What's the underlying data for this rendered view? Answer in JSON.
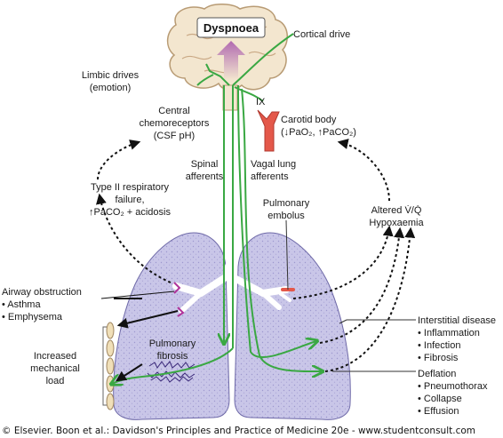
{
  "labels": {
    "dyspnoea": "Dyspnoea",
    "cortical_drive": "Cortical drive",
    "limbic_drives": "Limbic drives",
    "limbic_emotion": "(emotion)",
    "ix": "IX",
    "central_1": "Central",
    "central_2": "chemoreceptors",
    "central_3": "(CSF pH)",
    "carotid_1": "Carotid body",
    "carotid_2": "(↓PaO₂, ↑PaCO₂)",
    "spinal_1": "Spinal",
    "spinal_2": "afferents",
    "vagal_1": "Vagal lung",
    "vagal_2": "afferents",
    "type2_1": "Type II respiratory",
    "type2_2": "failure,",
    "type2_3": "↑PaCO₂ + acidosis",
    "altered_vq": "Altered V̇/Q̇",
    "hypoxaemia": "Hypoxaemia",
    "pulm_embolus_1": "Pulmonary",
    "pulm_embolus_2": "embolus",
    "airway_title": "Airway obstruction",
    "airway_1": "• Asthma",
    "airway_2": "• Emphysema",
    "mech_1": "Increased",
    "mech_2": "mechanical",
    "mech_3": "load",
    "pulm_fibrosis_1": "Pulmonary",
    "pulm_fibrosis_2": "fibrosis",
    "interstitial_title": "Interstitial disease",
    "interstitial_1": "• Inflammation",
    "interstitial_2": "• Infection",
    "interstitial_3": "• Fibrosis",
    "deflation_title": "Deflation",
    "deflation_1": "• Pneumothorax",
    "deflation_2": "• Collapse",
    "deflation_3": "• Effusion"
  },
  "footer": "© Elsevier. Boon et al.: Davidson's Principles and Practice of Medicine 20e - www.studentconsult.com",
  "colors": {
    "nerve": "#3aa843",
    "lung": "#c9c6e8",
    "brain": "#f3e6cf",
    "carotid": "#e4584a",
    "arrow": "#111111"
  }
}
